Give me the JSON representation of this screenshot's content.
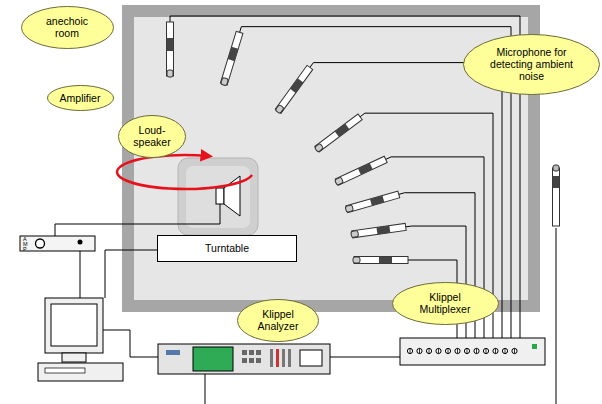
{
  "diagram": {
    "nodes": [
      {
        "text": [
          "anechoic room"
        ]
      },
      {
        "text": [
          "Loud- speaker"
        ]
      },
      {
        "text": [
          "Amplifier"
        ]
      },
      {
        "text": [
          "Turntable"
        ]
      },
      {
        "text": [
          "Microphone for detecting ambient noise"
        ]
      },
      {
        "text": [
          "Klippel Analyzer"
        ]
      },
      {
        "text": [
          "Klippel Multiplexer"
        ]
      }
    ],
    "labels": [
      "A",
      "M",
      "P"
    ]
  }
}
